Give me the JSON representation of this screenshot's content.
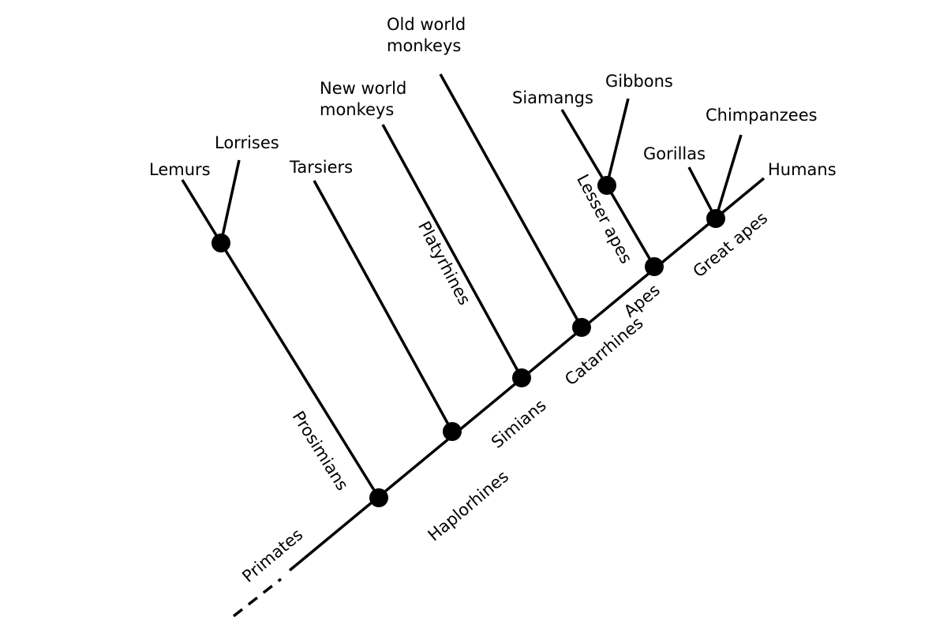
{
  "taxa": {
    "lemurs": "Lemurs",
    "lorrises": "Lorrises",
    "tarsiers": "Tarsiers",
    "new_world_monkeys": [
      "New world",
      "monkeys"
    ],
    "old_world_monkeys": [
      "Old world",
      "monkeys"
    ],
    "siamangs": "Siamangs",
    "gibbons": "Gibbons",
    "gorillas": "Gorillas",
    "chimpanzees": "Chimpanzees",
    "humans": "Humans"
  },
  "clades": {
    "prosimians": "Prosimians",
    "platyrhines": "Platyrhines",
    "lesser_apes": "Lesser apes",
    "apes": "Apes",
    "catarrhines": "Catarrhines",
    "great_apes": "Great apes",
    "simians": "Simians",
    "haplorhines": "Haplorhines",
    "primates": "Primates"
  }
}
